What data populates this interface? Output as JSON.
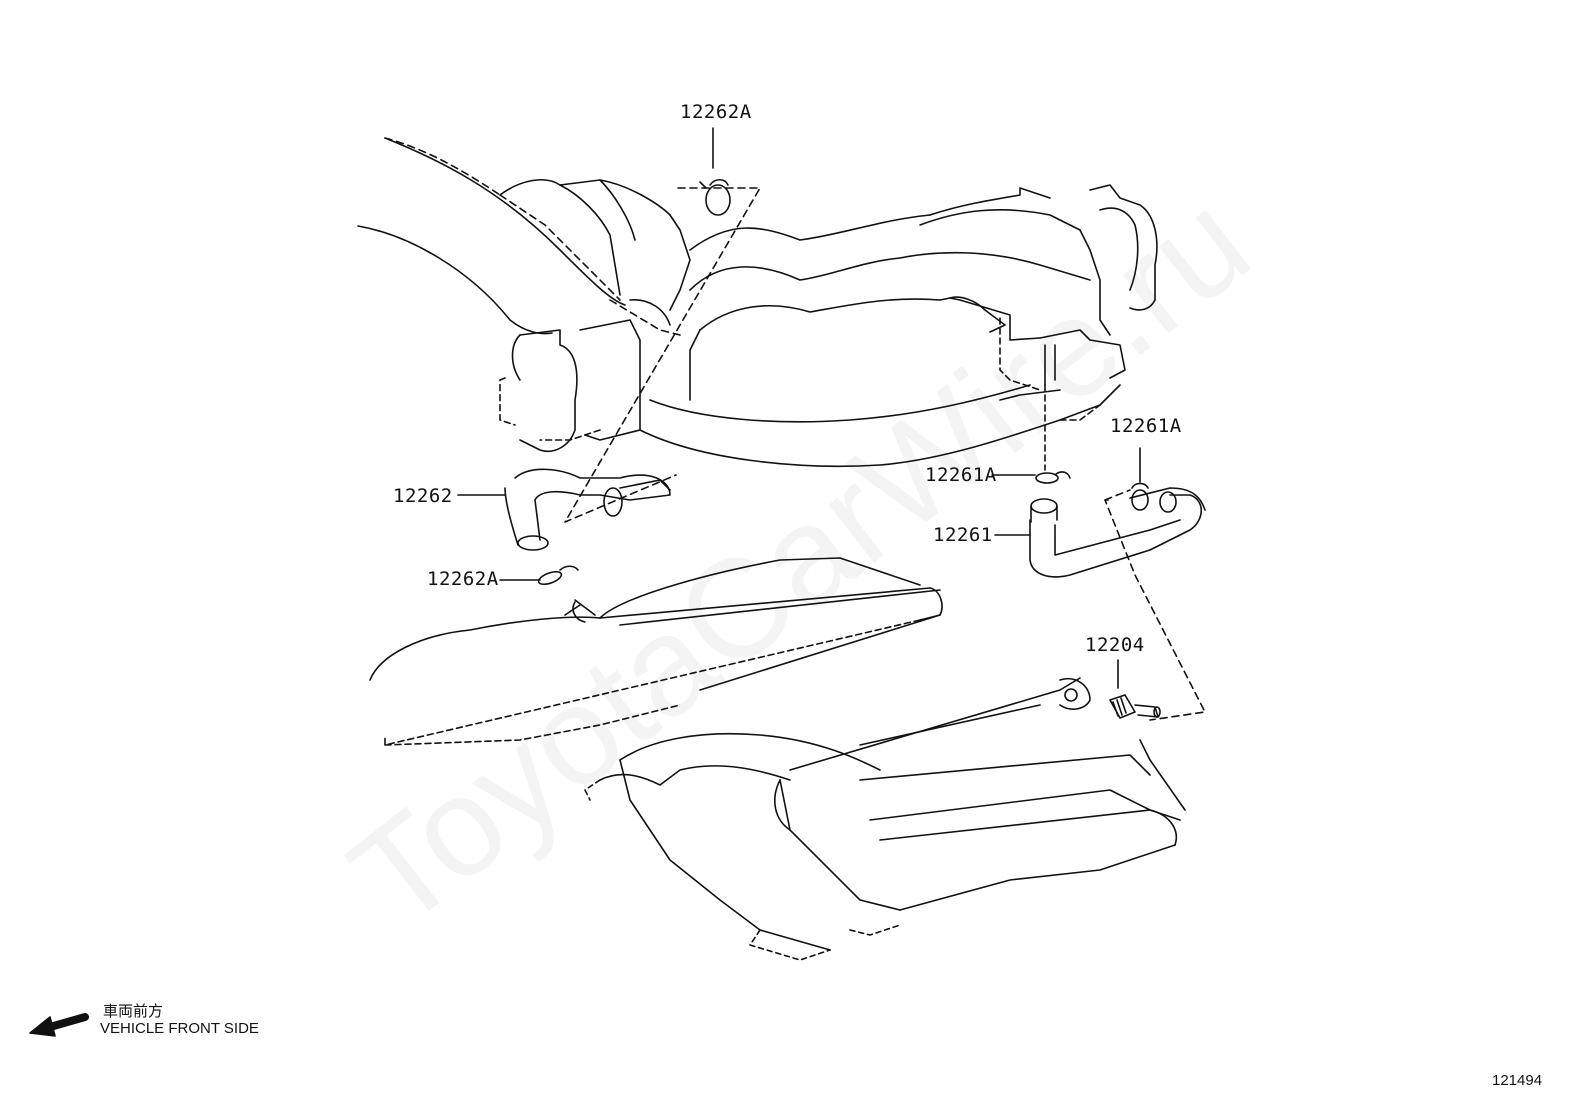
{
  "watermark": "ToyotaCarWire.ru",
  "legend": {
    "jp": "車両前方",
    "en": "VEHICLE FRONT SIDE"
  },
  "diagram_id": "121494",
  "labels": {
    "clip_upper_left": "12262A",
    "hose_left": "12262",
    "clip_lower_left": "12262A",
    "clip_upper_right": "12261A",
    "clip_mid_right": "12261A",
    "hose_right": "12261",
    "valve": "12204"
  }
}
